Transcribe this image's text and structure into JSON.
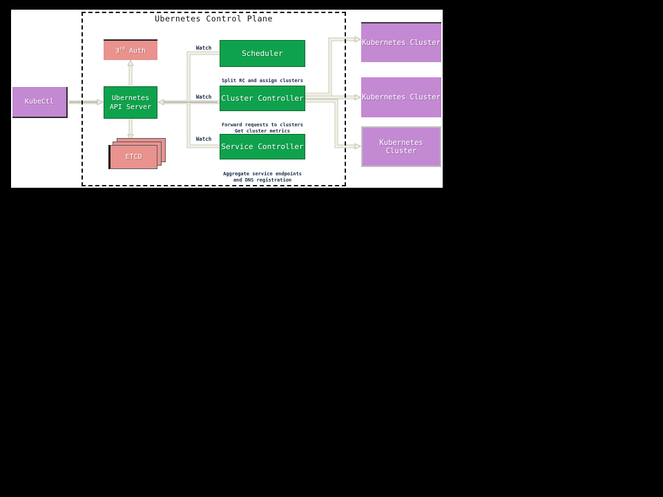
{
  "title": "Ubernetes Control Plane",
  "kubectl": {
    "label": "KubeCtl"
  },
  "third_auth": {
    "base": "3",
    "sup": "rd",
    "rest": " Auth"
  },
  "api_server": {
    "line1": "Ubernetes",
    "line2": "API Server"
  },
  "etcd": {
    "label": "ETCD"
  },
  "watch_labels": [
    "Watch",
    "Watch",
    "Watch"
  ],
  "controllers": [
    {
      "label": "Scheduler",
      "caption_lines": [
        "Split RC and assign clusters"
      ]
    },
    {
      "label": "Cluster Controller",
      "caption_lines": [
        "Forward requests to clusters",
        "Get cluster metrics"
      ]
    },
    {
      "label": "Service Controller",
      "caption_lines": [
        "Aggregate service endpoints",
        "and DNS registration"
      ]
    }
  ],
  "clusters": [
    {
      "label": "Kubernetes Cluster"
    },
    {
      "label": "Kubernetes Cluster"
    },
    {
      "label": "Kubernetes Cluster"
    }
  ],
  "colors": {
    "green": "#0fa24c",
    "purple": "#c489d3",
    "salmon": "#e9928e",
    "connector_fill": "#f2f1e7",
    "connector_border": "#c6c5b5",
    "caption_text": "#1c2b4a"
  }
}
